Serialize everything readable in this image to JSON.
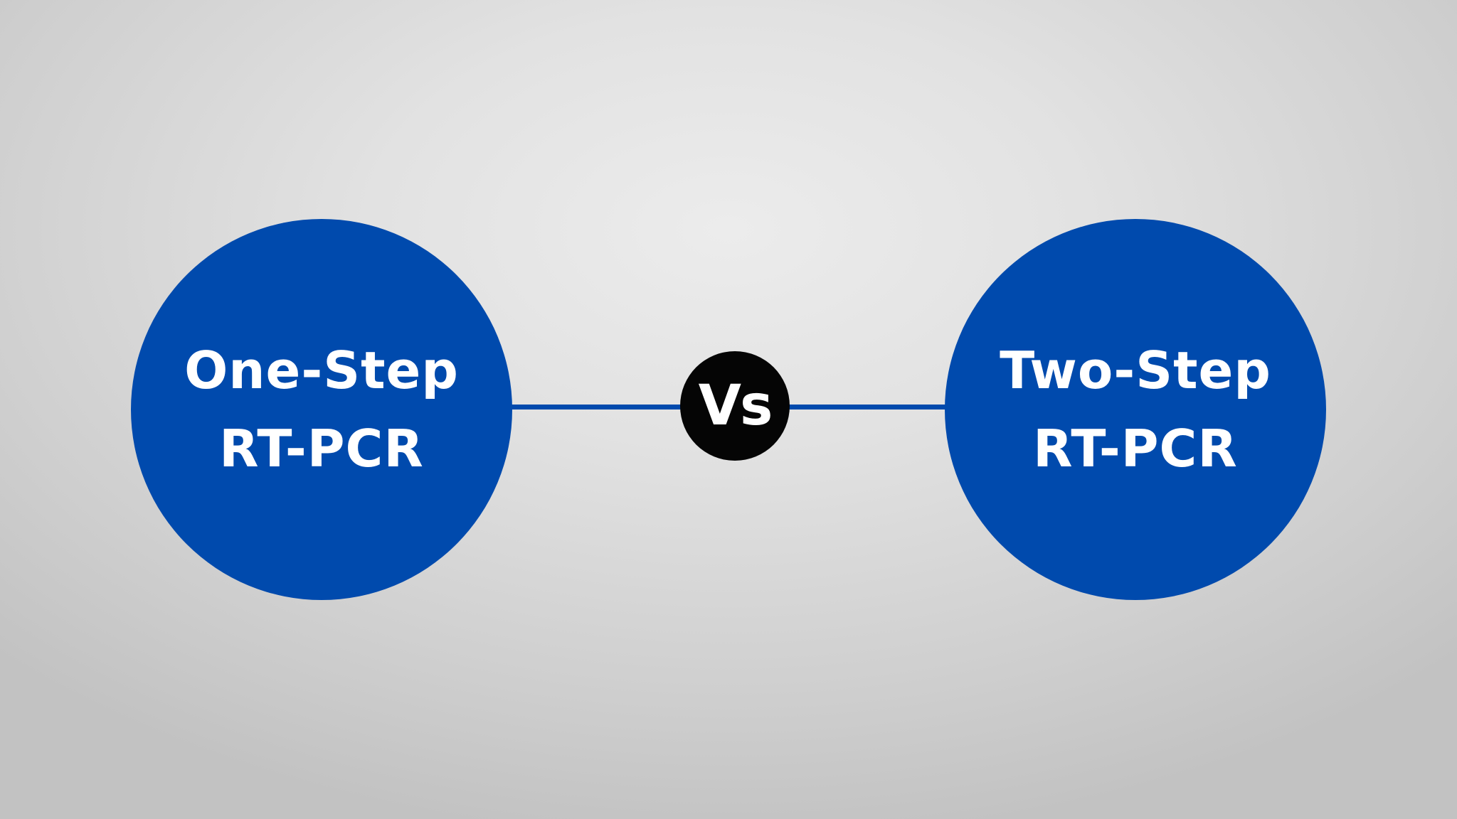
{
  "left_option": {
    "line1": "One-Step",
    "line2": "RT-PCR"
  },
  "right_option": {
    "line1": "Two-Step",
    "line2": "RT-PCR"
  },
  "vs_label": "Vs",
  "colors": {
    "circle_fill": "#004aad",
    "connector": "#004aad",
    "vs_badge": "#050505",
    "text": "#ffffff",
    "background": "#e2e2e2"
  }
}
